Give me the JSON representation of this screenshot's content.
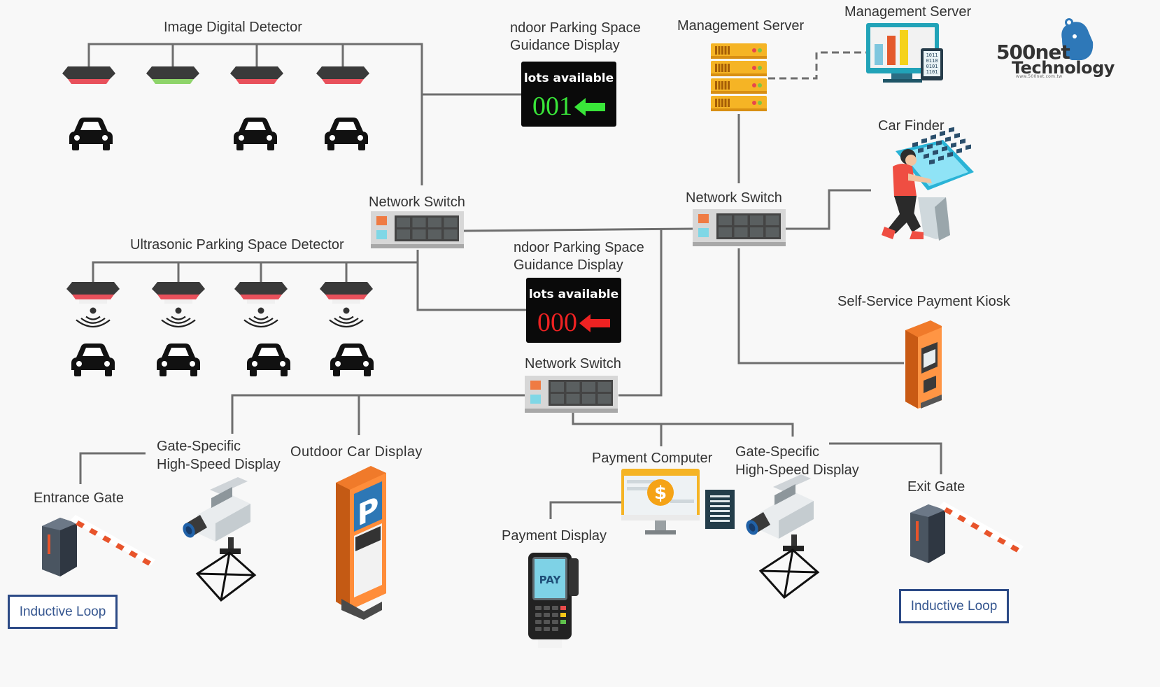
{
  "labels": {
    "image_detector": "Image Digital Detector",
    "indoor_display_1": [
      "ndoor Parking Space",
      "Guidance Display"
    ],
    "indoor_display_2": [
      "ndoor Parking Space",
      "Guidance Display"
    ],
    "management_server_1": "Management Server",
    "management_server_2": "Management Server",
    "network_switch_1": "Network Switch",
    "network_switch_2": "Network Switch",
    "network_switch_3": "Network Switch",
    "ultrasonic_detector": "Ultrasonic Parking Space Detector",
    "car_finder": "Car Finder",
    "payment_kiosk": "Self-Service Payment Kiosk",
    "gate_display_left": [
      "Gate-Specific",
      "High-Speed Display"
    ],
    "gate_display_right": [
      "Gate-Specific",
      "High-Speed Display"
    ],
    "outdoor_car_display": "Outdoor Car Display",
    "payment_computer": "Payment Computer",
    "payment_display": "Payment Display",
    "entrance_gate": "Entrance Gate",
    "exit_gate": "Exit Gate",
    "inductive_loop_left": "Inductive Loop",
    "inductive_loop_right": "Inductive Loop"
  },
  "displays": {
    "upper": {
      "heading": "lots available",
      "count": "001",
      "arrow": "left",
      "color": "#39e639"
    },
    "lower": {
      "heading": "lots available",
      "count": "000",
      "arrow": "left",
      "color": "#ee2222"
    }
  },
  "detector_lights": [
    "red",
    "green",
    "red",
    "red"
  ],
  "kiosk_sign": "P",
  "pay_screen": "PAY",
  "payment_symbol": "$",
  "server_screen_bits": [
    "1011",
    "0110",
    "0101",
    "1101"
  ],
  "logo": {
    "name": "500net",
    "sub": "Technology",
    "url": "www.500net.com.tw"
  },
  "colors": {
    "line": "#6e6e6e",
    "accent_orange": "#f07a2a",
    "loop_border": "#2c4a86",
    "red_light": "#e8505b",
    "green_light": "#8ed46a"
  }
}
